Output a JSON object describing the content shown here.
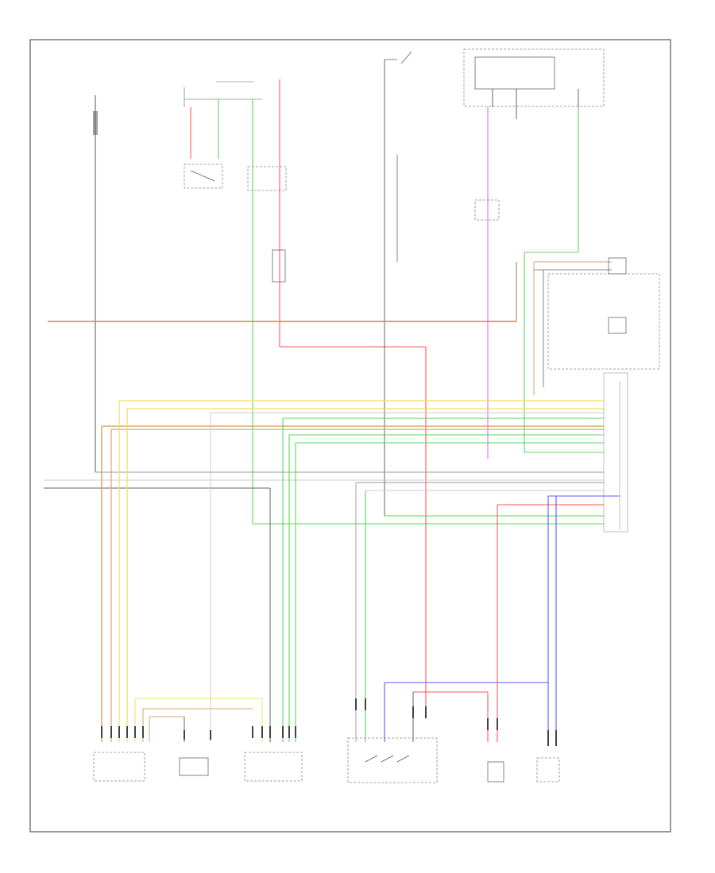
{
  "diagram": {
    "footer_code": "",
    "wire_colors": {
      "black": "#666666",
      "gray": "#9a9a9a",
      "brown_orange": "#c08a5a",
      "tan": "#d4a86a",
      "yellow": "#f0e060",
      "green": "#58d858",
      "red": "#ff5a5a",
      "pink": "#e070e0",
      "blue": "#5a5aff",
      "white": "#cccccc"
    },
    "components": [
      {
        "id": "c1"
      },
      {
        "id": "c2"
      },
      {
        "id": "c3"
      },
      {
        "id": "c4"
      },
      {
        "id": "c5"
      },
      {
        "id": "c6"
      },
      {
        "id": "c7"
      },
      {
        "id": "c8"
      }
    ],
    "ecm_label": ""
  }
}
